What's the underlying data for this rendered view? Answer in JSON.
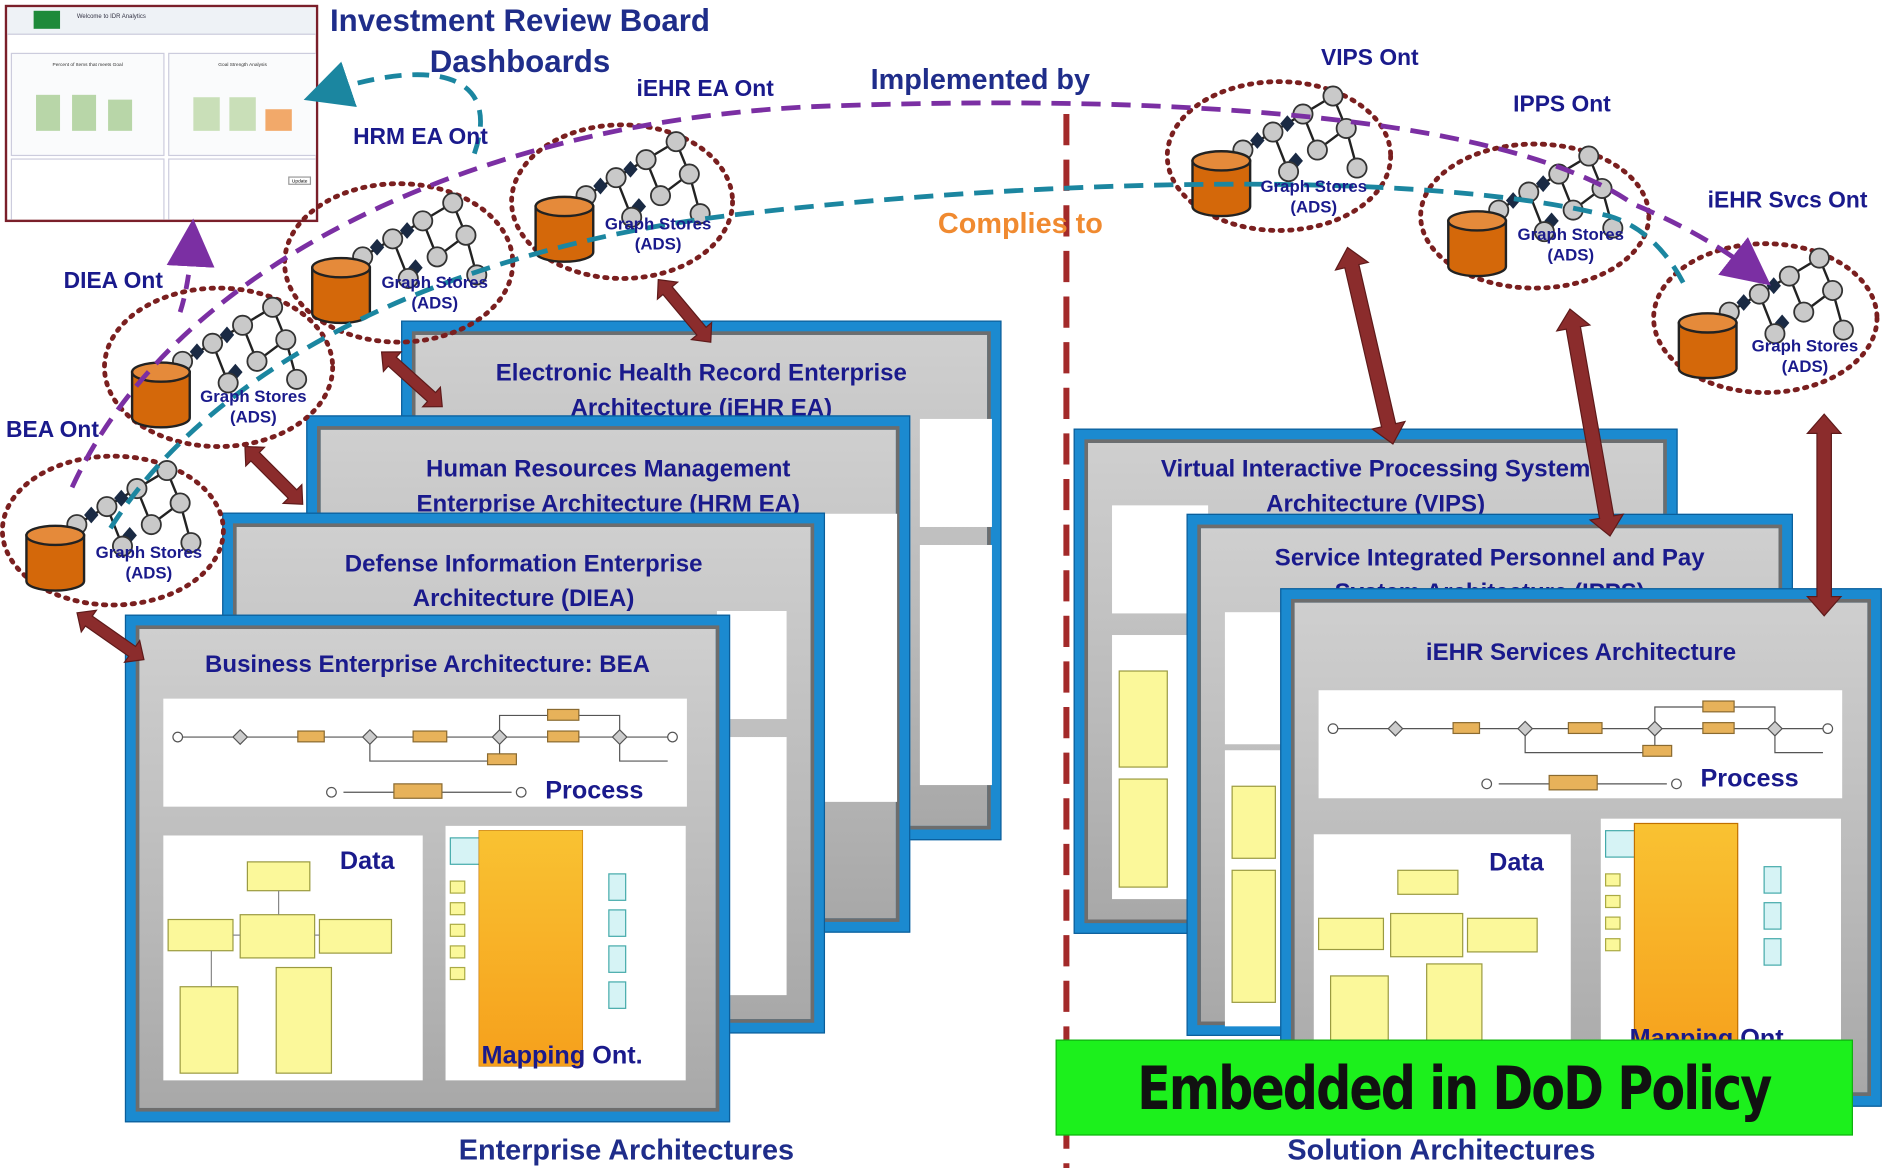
{
  "title": {
    "line1": "Investment Review Board",
    "line2": "Dashboards"
  },
  "dashboard": {
    "header": "Welcome to IDR Analytics",
    "chart1_title": "Percent of Items that meets Goal",
    "chart2_title": "Goal Strength Analysis",
    "button": "Update"
  },
  "relations": {
    "implemented_by": "Implemented by",
    "complies_to": "Complies to"
  },
  "ontologies": {
    "bea": "BEA Ont",
    "diea": "DIEA Ont",
    "hrm": "HRM EA Ont",
    "iehr": "iEHR EA Ont",
    "vips": "VIPS Ont",
    "ipps": "IPPS Ont",
    "iehr_svcs": "iEHR Svcs Ont"
  },
  "graph_store": {
    "line1": "Graph Stores",
    "line2": "(ADS)"
  },
  "enterprise_cards": {
    "iehr": {
      "line1": "Electronic Health Record Enterprise",
      "line2": "Architecture (iEHR EA)"
    },
    "hrm": {
      "line1": "Human Resources Management",
      "line2": "Enterprise Architecture (HRM EA)"
    },
    "diea": {
      "line1": "Defense Information Enterprise",
      "line2": "Architecture (DIEA)"
    },
    "bea": {
      "line1": "Business Enterprise Architecture: BEA"
    }
  },
  "solution_cards": {
    "vips": {
      "line1": "Virtual Interactive Processing System",
      "line2": "Architecture (VIPS)"
    },
    "ipps": {
      "line1": "Service Integrated Personnel and Pay",
      "line2": "System Architecture (IPPS)"
    },
    "iehr_svcs": {
      "line1": "iEHR Services Architecture"
    }
  },
  "panel_labels": {
    "process": "Process",
    "data": "Data",
    "mapping": "Mapping Ont.",
    "mapping_partial": "Mapping Ont"
  },
  "policy_banner": "Embedded in DoD Policy",
  "footers": {
    "enterprise": "Enterprise Architectures",
    "solution": "Solution Architectures"
  },
  "colors": {
    "implemented_by": "#7b2fa3",
    "complies_to": "#1b86a0",
    "complies_label": "#f08a30",
    "ellipse": "#7a1f1f",
    "double_arrow": "#8b2c2c",
    "divider": "#a32a2a",
    "card_border": "#1b8ad0",
    "cylinder": "#d4680a",
    "navy_text": "#1a1a8c",
    "policy_bg": "#1cf01c"
  }
}
